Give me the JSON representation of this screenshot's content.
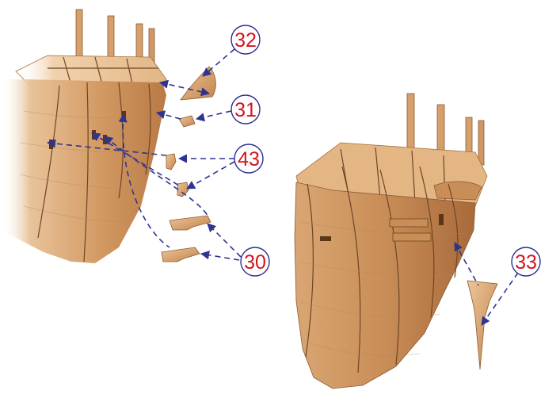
{
  "diagram": {
    "callouts": [
      {
        "id": "c32",
        "label": "32"
      },
      {
        "id": "c31",
        "label": "31"
      },
      {
        "id": "c43",
        "label": "43"
      },
      {
        "id": "c30",
        "label": "30"
      },
      {
        "id": "c33",
        "label": "33"
      }
    ],
    "colors": {
      "callout_text": "#d4141c",
      "callout_ring": "#2b2f8f",
      "leader_line": "#2f3491",
      "wood_light": "#e4b98a",
      "wood_mid": "#c98f5a",
      "wood_dark": "#9c6236"
    }
  }
}
